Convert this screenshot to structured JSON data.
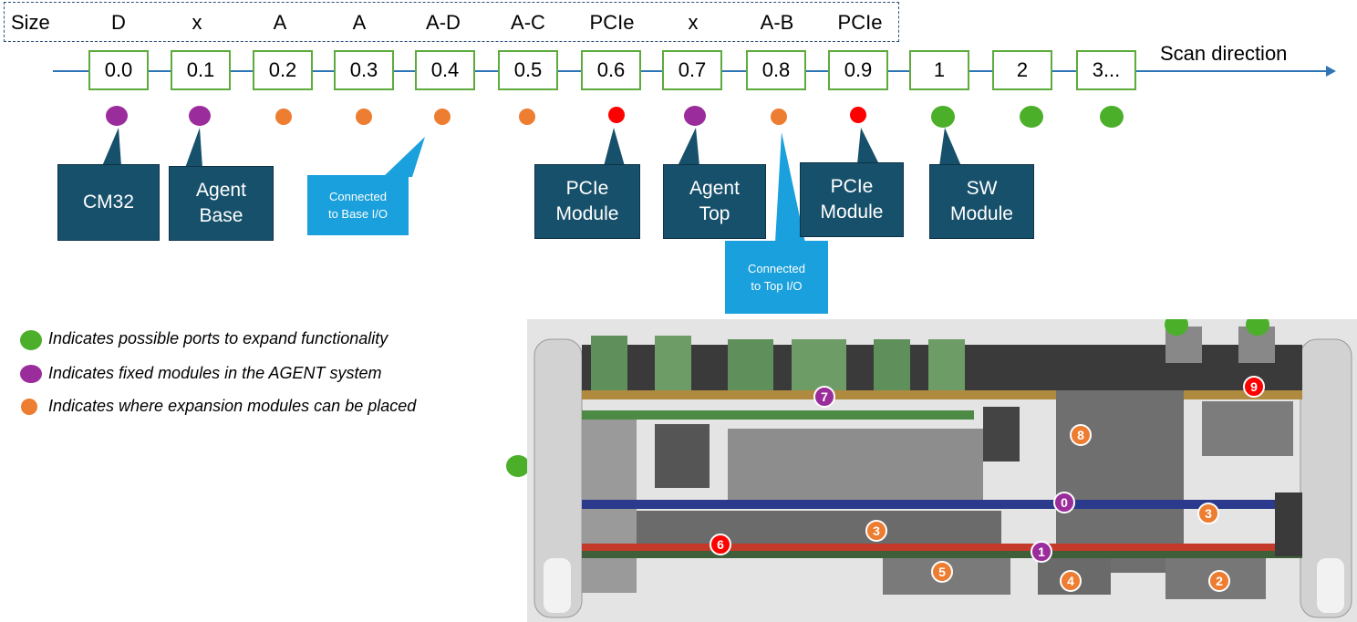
{
  "size_row": {
    "header": "Size",
    "values": [
      "D",
      "x",
      "A",
      "A",
      "A-D",
      "A-C",
      "PCIe",
      "x",
      "A-B",
      "PCIe"
    ]
  },
  "scan": {
    "label": "Scan direction",
    "slots": [
      "0.0",
      "0.1",
      "0.2",
      "0.3",
      "0.4",
      "0.5",
      "0.6",
      "0.7",
      "0.8",
      "0.9",
      "1",
      "2",
      "3..."
    ]
  },
  "colors": {
    "fixed": "#9b2c9b",
    "expansion": "#ed7d31",
    "pcie": "#ff0000",
    "port": "#4caf2a",
    "callout_dark": "#17506b",
    "callout_light": "#1aa0dc"
  },
  "callouts": {
    "cm32": "CM32",
    "agent_base": "Agent\nBase",
    "base_io": "Connected\nto Base I/O",
    "pcie_module_1": "PCIe\nModule",
    "agent_top": "Agent\nTop",
    "top_io": "Connected\nto Top I/O",
    "pcie_module_2": "PCIe\nModule",
    "sw_module": "SW\nModule"
  },
  "legend": {
    "green": "Indicates possible ports to expand functionality",
    "purple": "Indicates fixed modules in the AGENT system",
    "orange": "Indicates where expansion modules can be placed"
  },
  "photo_markers": [
    "7",
    "9",
    "8",
    "0",
    "3",
    "3",
    "6",
    "1",
    "5",
    "4",
    "2"
  ]
}
